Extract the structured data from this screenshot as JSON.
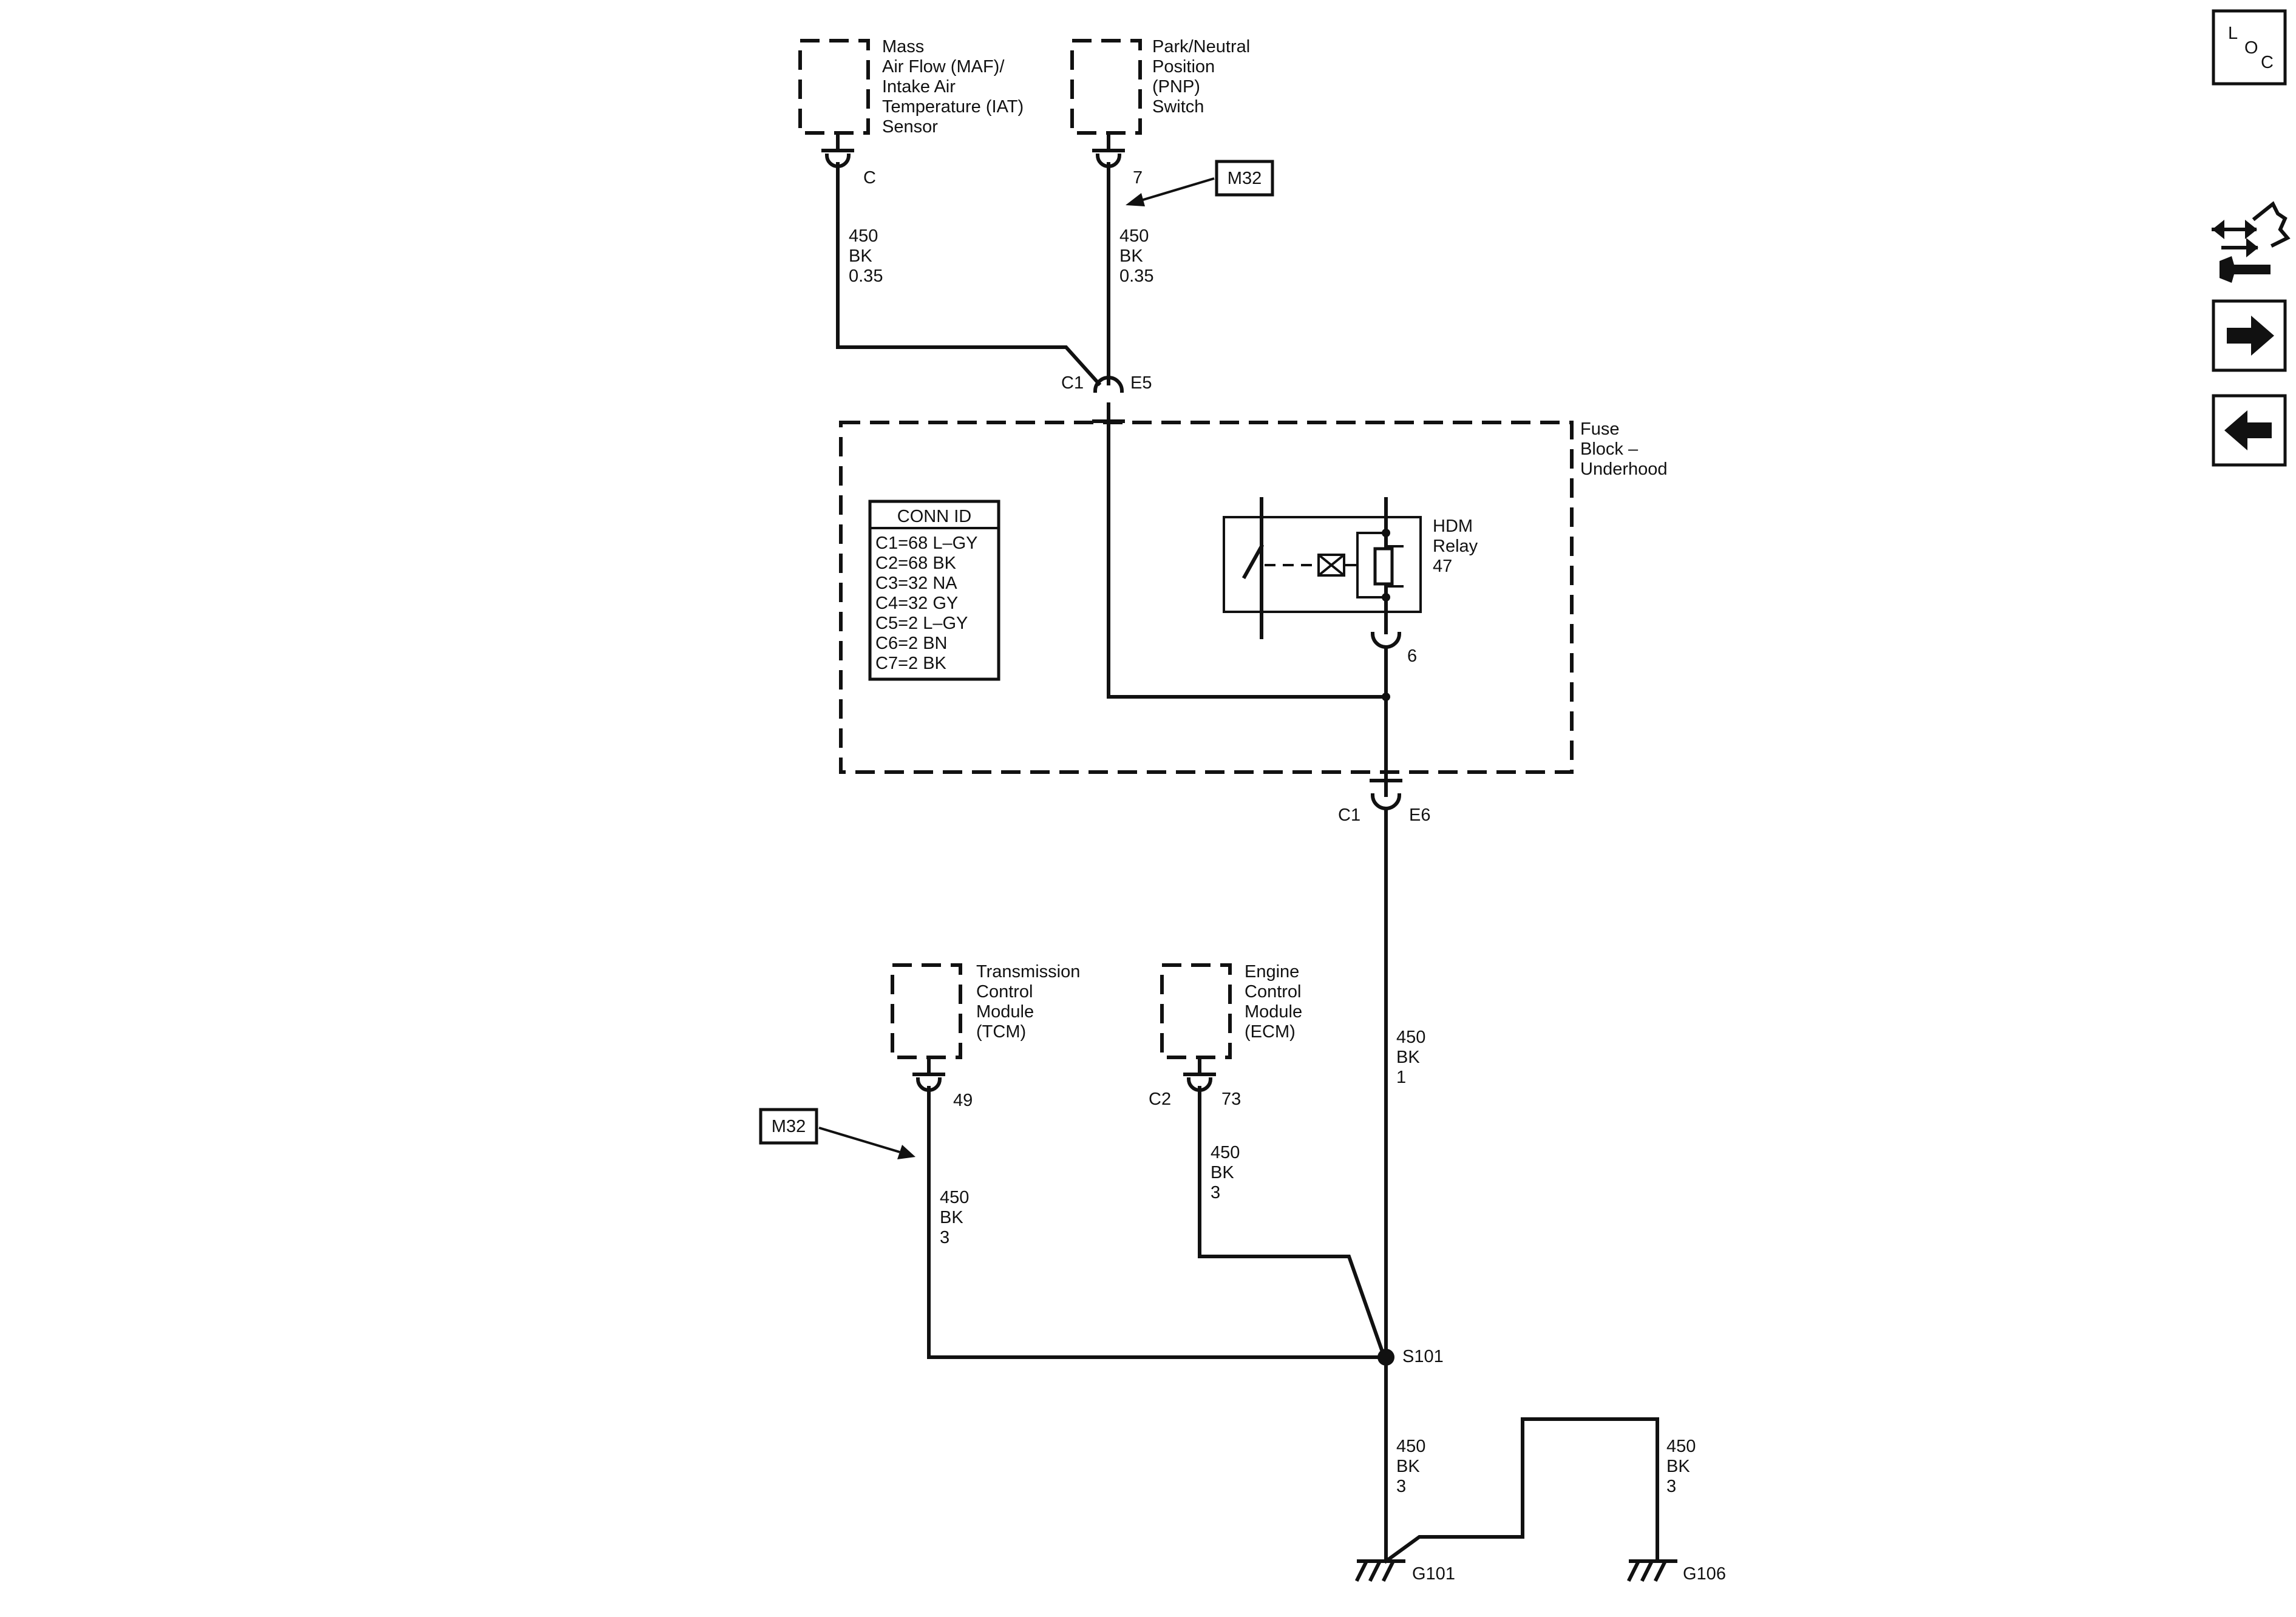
{
  "components": {
    "maf": {
      "lines": [
        "Mass",
        "Air Flow (MAF)/",
        "Intake Air",
        "Temperature (IAT)",
        "Sensor"
      ],
      "pin": "C"
    },
    "pnp": {
      "lines": [
        "Park/Neutral",
        "Position",
        "(PNP)",
        "Switch"
      ],
      "pin": "7"
    },
    "fuse_block": {
      "lines": [
        "Fuse",
        "Block –",
        "Underhood"
      ]
    },
    "relay": {
      "lines": [
        "HDM",
        "Relay",
        "47"
      ],
      "pin": "6"
    },
    "tcm": {
      "lines": [
        "Transmission",
        "Control",
        "Module",
        "(TCM)"
      ],
      "pin": "49"
    },
    "ecm": {
      "lines": [
        "Engine",
        "Control",
        "Module",
        "(ECM)"
      ],
      "connector": "C2",
      "pin": "73"
    }
  },
  "conn_id": {
    "title": "CONN ID",
    "rows": [
      "C1=68 L–GY",
      "C2=68 BK",
      "C3=32 NA",
      "C4=32 GY",
      "C5=2 L–GY",
      "C6=2 BN",
      "C7=2 BK"
    ]
  },
  "connectors": {
    "top": {
      "left": "C1",
      "right": "E5"
    },
    "bottom": {
      "left": "C1",
      "right": "E6"
    }
  },
  "wires": {
    "maf_pnp": [
      "450",
      "BK",
      "0.35"
    ],
    "main": [
      "450",
      "BK",
      "1"
    ],
    "tcm": [
      "450",
      "BK",
      "3"
    ],
    "ecm": [
      "450",
      "BK",
      "3"
    ],
    "g101": [
      "450",
      "BK",
      "3"
    ],
    "g106": [
      "450",
      "BK",
      "3"
    ]
  },
  "splice": "S101",
  "grounds": {
    "g101": "G101",
    "g106": "G106"
  },
  "references": {
    "upper": "M32",
    "lower": "M32"
  },
  "nav": {
    "loc": [
      "L",
      "O",
      "C"
    ]
  }
}
